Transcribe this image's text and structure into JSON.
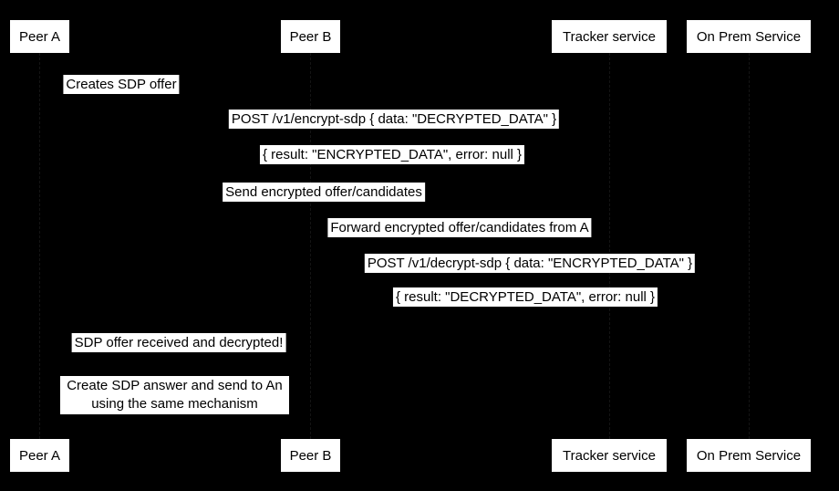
{
  "colors": {
    "background": "#000000",
    "label_background": "#ffffff",
    "label_text": "#000000"
  },
  "diagram_type": "sequence-diagram",
  "actors": [
    {
      "label": "Peer A"
    },
    {
      "label": "Peer B"
    },
    {
      "label": "Tracker service"
    },
    {
      "label": "On Prem Service"
    }
  ],
  "messages": [
    {
      "text": "Creates SDP offer"
    },
    {
      "text": "POST /v1/encrypt-sdp { data: \"DECRYPTED_DATA\" }"
    },
    {
      "text": "{ result: \"ENCRYPTED_DATA\", error: null }"
    },
    {
      "text": "Send encrypted offer/candidates"
    },
    {
      "text": "Forward encrypted offer/candidates from A"
    },
    {
      "text": "POST /v1/decrypt-sdp { data: \"ENCRYPTED_DATA\" }"
    },
    {
      "text": "{ result: \"DECRYPTED_DATA\", error: null }"
    },
    {
      "text": "SDP offer received and decrypted!"
    }
  ],
  "note": {
    "line1": "Create SDP answer and send to An",
    "line2": "using the same mechanism"
  }
}
